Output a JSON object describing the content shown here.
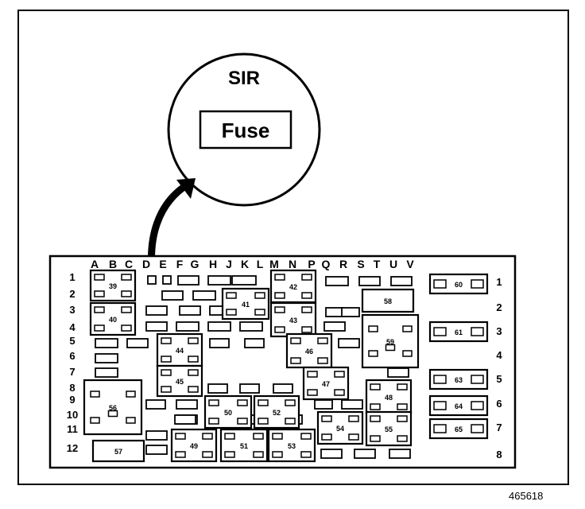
{
  "inset": {
    "title": "SIR",
    "fuse_label": "Fuse"
  },
  "columns": [
    "A",
    "B",
    "C",
    "D",
    "E",
    "F",
    "G",
    "H",
    "J",
    "K",
    "L",
    "M",
    "N",
    "P",
    "Q",
    "R",
    "S",
    "T",
    "U",
    "V"
  ],
  "rows_left": [
    "1",
    "2",
    "3",
    "4",
    "5",
    "6",
    "7",
    "8",
    "9",
    "10",
    "11",
    "12"
  ],
  "rows_right": [
    "1",
    "2",
    "3",
    "4",
    "5",
    "6",
    "7",
    "8"
  ],
  "relays": [
    {
      "id": "39"
    },
    {
      "id": "40"
    },
    {
      "id": "41"
    },
    {
      "id": "42"
    },
    {
      "id": "43"
    },
    {
      "id": "44"
    },
    {
      "id": "45"
    },
    {
      "id": "46"
    },
    {
      "id": "47"
    },
    {
      "id": "48"
    },
    {
      "id": "49"
    },
    {
      "id": "50"
    },
    {
      "id": "51"
    },
    {
      "id": "52"
    },
    {
      "id": "53"
    },
    {
      "id": "54"
    },
    {
      "id": "55"
    },
    {
      "id": "56"
    },
    {
      "id": "57"
    },
    {
      "id": "58"
    },
    {
      "id": "59"
    }
  ],
  "right_fuses": [
    {
      "id": "60"
    },
    {
      "id": "61"
    },
    {
      "id": "63"
    },
    {
      "id": "64"
    },
    {
      "id": "65"
    }
  ],
  "figure_number": "465618"
}
